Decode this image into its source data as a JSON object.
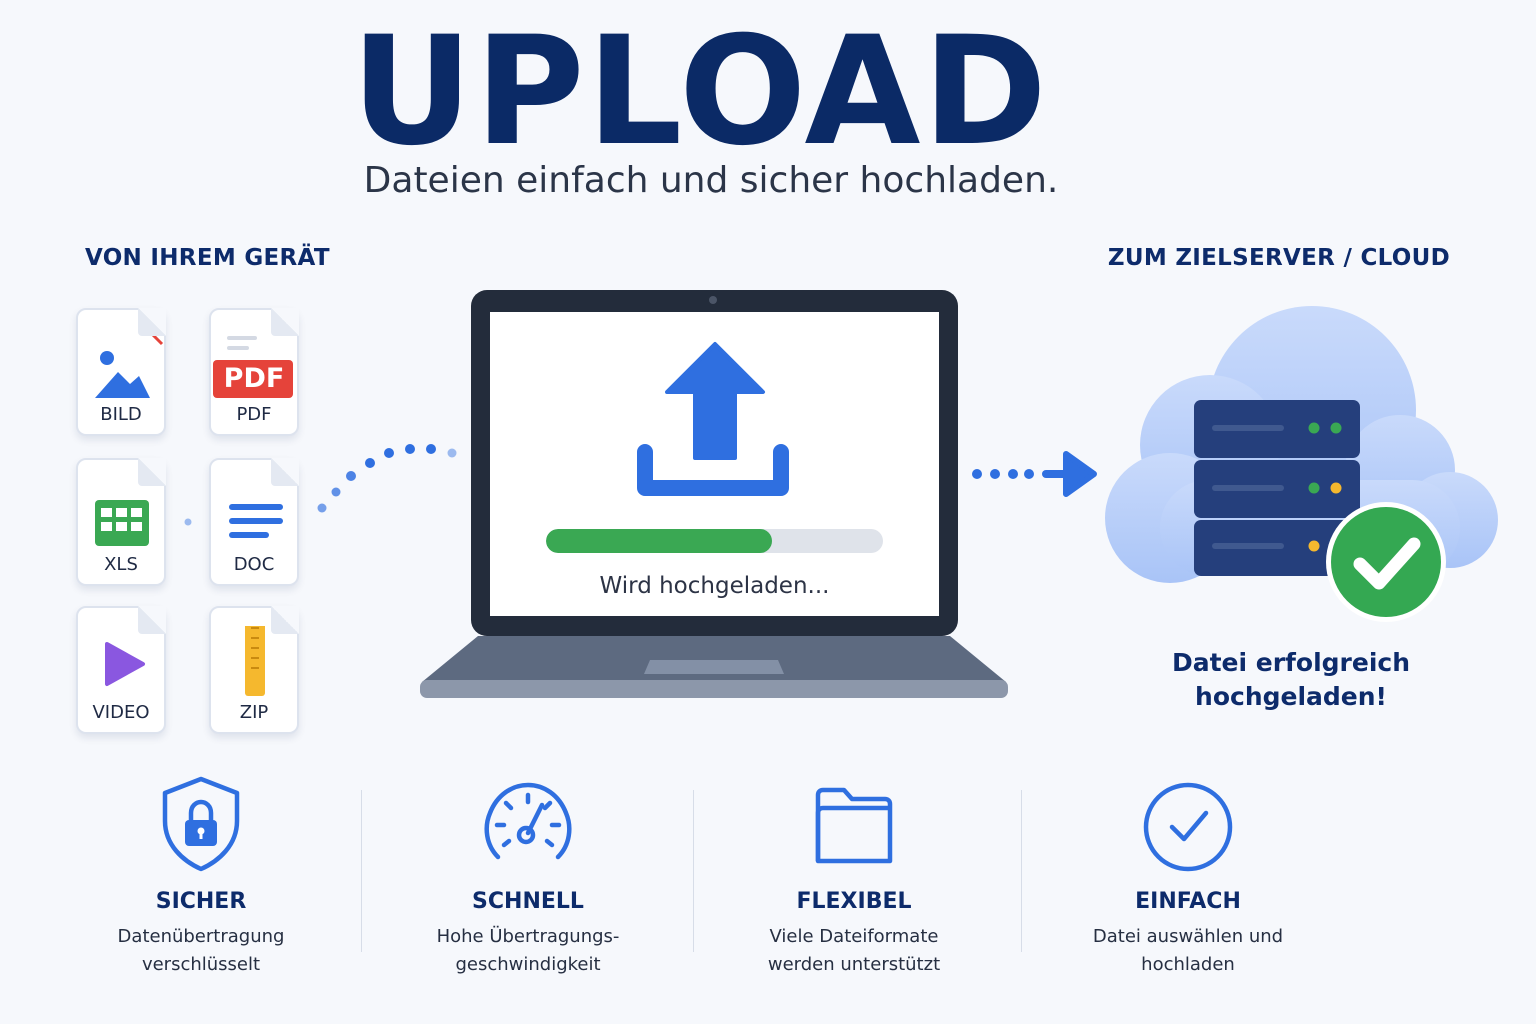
{
  "header": {
    "title": "UPLOAD",
    "subtitle": "Dateien einfach und sicher hochladen."
  },
  "source": {
    "label": "VON IHREM GERÄT",
    "files": [
      {
        "label": "BILD",
        "icon": "image-file-icon"
      },
      {
        "label": "PDF",
        "icon": "pdf-file-icon",
        "badge": "PDF"
      },
      {
        "label": "XLS",
        "icon": "spreadsheet-file-icon"
      },
      {
        "label": "DOC",
        "icon": "document-file-icon"
      },
      {
        "label": "VIDEO",
        "icon": "video-file-icon"
      },
      {
        "label": "ZIP",
        "icon": "zip-file-icon"
      }
    ]
  },
  "laptop": {
    "status": "Wird hochgeladen...",
    "progress": 0.67
  },
  "destination": {
    "label": "ZUM ZIELSERVER / CLOUD",
    "success_line1": "Datei erfolgreich",
    "success_line2": "hochgeladen!"
  },
  "features": [
    {
      "title": "SICHER",
      "desc_line1": "Datenübertragung",
      "desc_line2": "verschlüsselt",
      "icon": "shield-lock-icon"
    },
    {
      "title": "SCHNELL",
      "desc_line1": "Hohe Übertragungs-",
      "desc_line2": "geschwindigkeit",
      "icon": "speedometer-icon"
    },
    {
      "title": "FLEXIBEL",
      "desc_line1": "Viele Dateiformate",
      "desc_line2": "werden unterstützt",
      "icon": "folder-icon"
    },
    {
      "title": "EINFACH",
      "desc_line1": "Datei auswählen und",
      "desc_line2": "hochladen",
      "icon": "check-circle-icon"
    }
  ],
  "colors": {
    "navy": "#0b2a66",
    "blue": "#2f6fe0",
    "green": "#3aa853",
    "red": "#e5433a",
    "yellow": "#f5b82e",
    "purple": "#8a57e0"
  }
}
